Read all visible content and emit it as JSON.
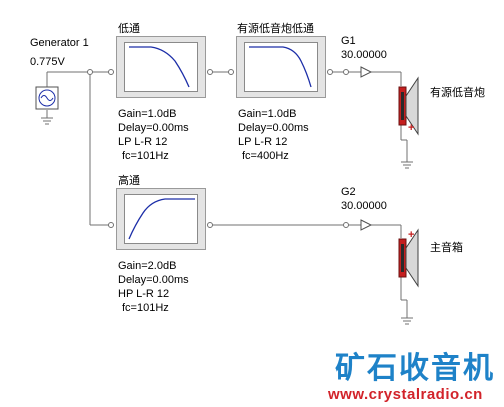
{
  "generator": {
    "name": "Generator 1",
    "voltage": "0.775V"
  },
  "filters": [
    {
      "id": "lowpass",
      "title": "低通",
      "gain": "Gain=1.0dB",
      "delay": "Delay=0.00ms",
      "type": "LP L-R 12",
      "fc": "fc=101Hz"
    },
    {
      "id": "sub-lowpass",
      "title": "有源低音炮低通",
      "gain": "Gain=1.0dB",
      "delay": "Delay=0.00ms",
      "type": "LP L-R 12",
      "fc": "fc=400Hz"
    },
    {
      "id": "highpass",
      "title": "高通",
      "gain": "Gain=2.0dB",
      "delay": "Delay=0.00ms",
      "type": "HP L-R 12",
      "fc": "fc=101Hz"
    }
  ],
  "amps": [
    {
      "name": "G1",
      "value": "30.00000"
    },
    {
      "name": "G2",
      "value": "30.00000"
    }
  ],
  "speakers": [
    {
      "label": "有源低音炮",
      "plus": "+"
    },
    {
      "label": "主音箱",
      "plus": "+"
    }
  ],
  "watermark": {
    "title": "矿石收音机",
    "url": "www.crystalradio.cn"
  },
  "colors": {
    "wire": "#707070",
    "curve": "#1c2ea8",
    "speaker": "#c41e1e",
    "wm_blue": "#1e82c8",
    "wm_red": "#d2232a"
  }
}
